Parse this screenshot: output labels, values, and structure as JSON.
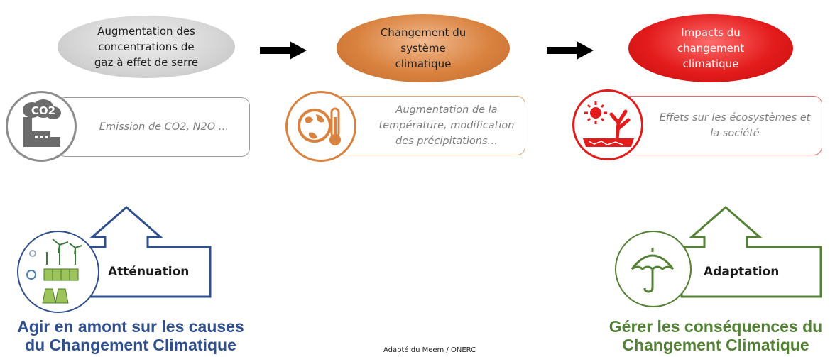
{
  "steps": [
    {
      "title": "Augmentation des\nconcentrations de\ngaz à effet de serre",
      "description": "Emission de CO2, N2O …",
      "icon": "co2-factory-icon",
      "color": "#8c8c8c"
    },
    {
      "title": "Changement du\nsystème\nclimatique",
      "description": "Augmentation de la\ntempérature, modification\ndes précipitations…",
      "icon": "globe-thermometer-icon",
      "color": "#d9823f"
    },
    {
      "title": "Impacts du\nchangement\nclimatique",
      "description": "Effets sur les écosystèmes et\nla société",
      "icon": "drought-sun-tree-icon",
      "color": "#e31b1b"
    }
  ],
  "responses": [
    {
      "label": "Atténuation",
      "heading": "Agir en amont sur les causes\ndu Changement Climatique",
      "icon": "renewable-energy-icon",
      "color": "#2f4f8f"
    },
    {
      "label": "Adaptation",
      "heading": "Gérer les conséquences du\nChangement Climatique",
      "icon": "umbrella-icon",
      "color": "#538135"
    }
  ],
  "source": "Adapté du Meem / ONERC"
}
